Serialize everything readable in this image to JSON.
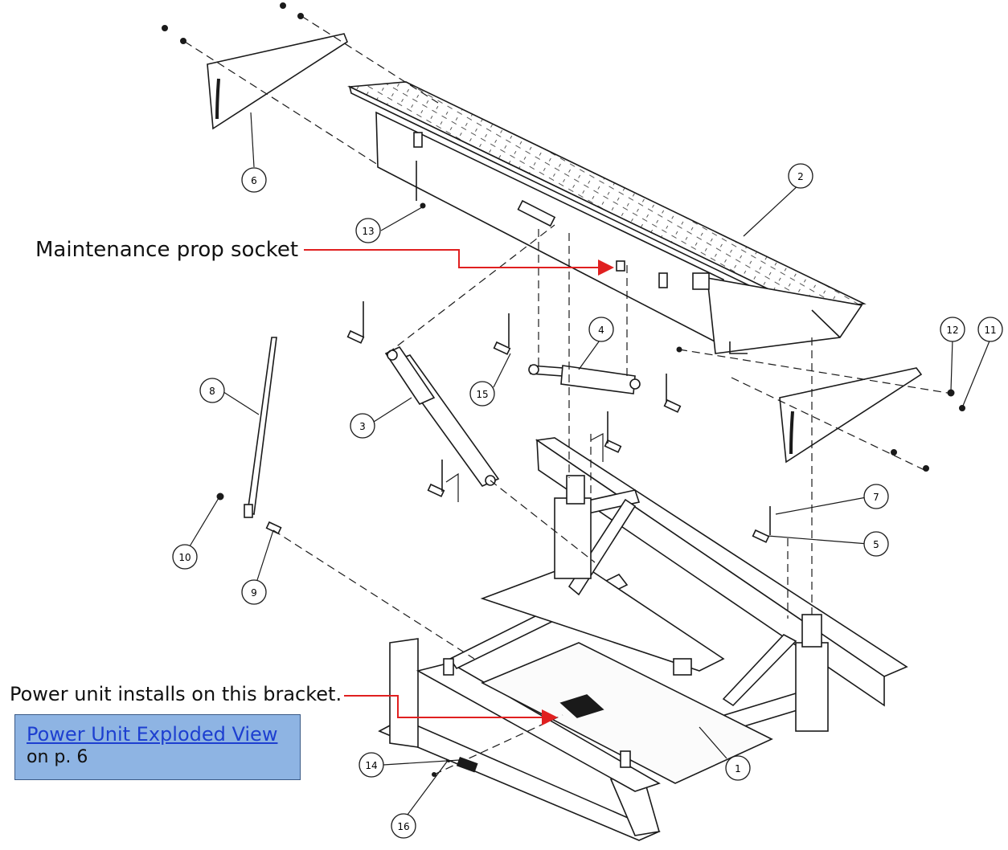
{
  "callouts": {
    "prop_socket": "Maintenance prop socket",
    "power_bracket": "Power unit installs on this bracket."
  },
  "note": {
    "link_text": "Power Unit Exploded View",
    "suffix": "on p. 6"
  },
  "balloons": [
    "1",
    "2",
    "3",
    "4",
    "5",
    "6",
    "7",
    "8",
    "9",
    "10",
    "11",
    "12",
    "13",
    "14",
    "15",
    "16"
  ],
  "colors": {
    "leader_red": "#e02020",
    "note_fill": "#8eb4e3",
    "note_border": "#3a5a86",
    "link_blue": "#1d3fd0",
    "line": "#1a1a1a"
  }
}
